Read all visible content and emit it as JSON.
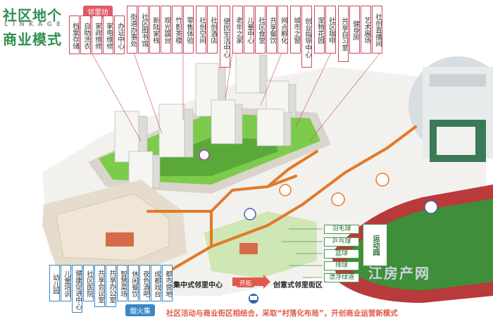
{
  "title": {
    "line1": "社区地个",
    "line2": "LINKAGE",
    "line3": "商业模式"
  },
  "neighborhood_tag": "邻里坊",
  "top_labels": [
    "档案存储",
    "自助洗衣",
    "家政维修",
    "家电维修",
    "办证中心",
    "街道办事处",
    "社区图书馆",
    "新陆家栈",
    "观光露台",
    "竹影茶楼",
    "零售体验",
    "社创空间",
    "社创酒店",
    "便民生活中心",
    "老年之家",
    "儿童中心",
    "社区食堂",
    "共享餐饮",
    "网点孵化",
    "城市之窗",
    "创业指导中心",
    "宠物花园",
    "社区咖啡",
    "共享自习室",
    "健身房",
    "艺术展场",
    "社创直播间"
  ],
  "bottom_labels": [
    "幼儿园",
    "儿童培训",
    "健康促进中心",
    "社区医院",
    "共享会议室",
    "共享办公室",
    "智慧菜场",
    "休闲餐饮",
    "夜色酒吧",
    "成都戏台",
    "都市营地"
  ],
  "bottom_tag": "烟火集",
  "sports": {
    "items": [
      "羽毛球",
      "乒乓球",
      "篮球",
      "排球",
      "漂浮绿道"
    ],
    "zone": "运动园"
  },
  "captions": {
    "center": "集中式邻里中心",
    "arrow_tag": "开拓",
    "street": "创意式邻里街区"
  },
  "slogan": "社区活动与商业街区相结合，采取“村落化布局”，开创商业运营新模式",
  "watermark": "江房产网",
  "colors": {
    "brand_green": "#2f8f4e",
    "label_border": "#c94a5e",
    "route_orange": "#e07a2a",
    "roof_green": "#7ccb4a",
    "slogan_red": "#e05a4a",
    "track_red": "#b83a3a",
    "field_green": "#3f8f3a",
    "accent_blue": "#3a86c4"
  }
}
